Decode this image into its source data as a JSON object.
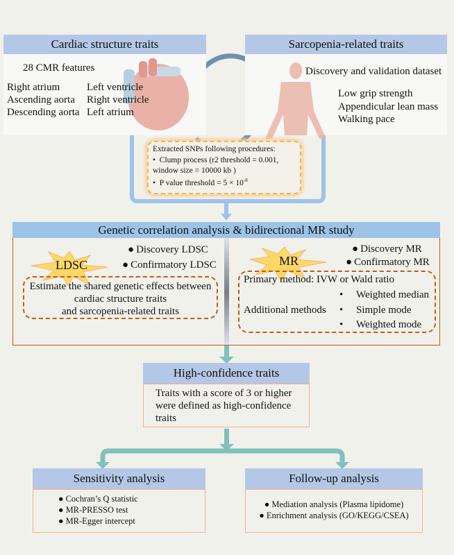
{
  "cardiac": {
    "title": "Cardiac structure traits",
    "features": "28 CMR features",
    "col1": [
      "Right atrium",
      "Ascending aorta",
      "Descending aorta"
    ],
    "col2": [
      "Left ventricle",
      "Right ventricle",
      "Left atrium"
    ]
  },
  "sarcopenia": {
    "title": "Sarcopenia-related traits",
    "dataset": "Discovery and validation dataset",
    "traits": [
      "Low grip strength",
      "Appendicular lean mass",
      "Walking pace"
    ]
  },
  "snp": {
    "title": "Extracted SNPs following procedures:",
    "clump1": "Clump process (r2 threshold = 0.001,",
    "clump2": "window size = 10000 kb )",
    "pval": "P value threshold = 5 × 10",
    "pexp": "-8",
    "bullet": "•"
  },
  "genetic": {
    "title": "Genetic correlation analysis & bidirectional MR study",
    "ldsc": {
      "star": "LDSC",
      "items": [
        "Discovery LDSC",
        "Confirmatory LDSC"
      ],
      "desc": [
        "Estimate the shared genetic effects between",
        "cardiac structure traits",
        "and sarcopenia-related traits"
      ]
    },
    "mr": {
      "star": "MR",
      "items": [
        "Discovery MR",
        "Confirmatory MR"
      ],
      "primary": "Primary method: IVW or Wald ratio",
      "additional": "Additional methods",
      "methods": [
        "Weighted median",
        "Simple mode",
        "Weighted mode"
      ]
    }
  },
  "high": {
    "title": "High-confidence traits",
    "body": [
      "Traits with a score of 3 or higher",
      "were defined as high-confidence",
      "traits"
    ]
  },
  "sensitivity": {
    "title": "Sensitivity analysis",
    "items": [
      "Cochran’s Q statistic",
      "MR-PRESSO test",
      "MR-Egger intercept"
    ]
  },
  "followup": {
    "title": "Follow-up analysis",
    "items": [
      "Mediation analysis (Plasma lipidome)",
      "Enrichment analysis (GO/KEGG/CSEA)"
    ]
  },
  "colors": {
    "header": "#b4c7e7",
    "orange": "#c55a11",
    "teal": "#7fc1bb",
    "blue": "#9dc3e6"
  }
}
